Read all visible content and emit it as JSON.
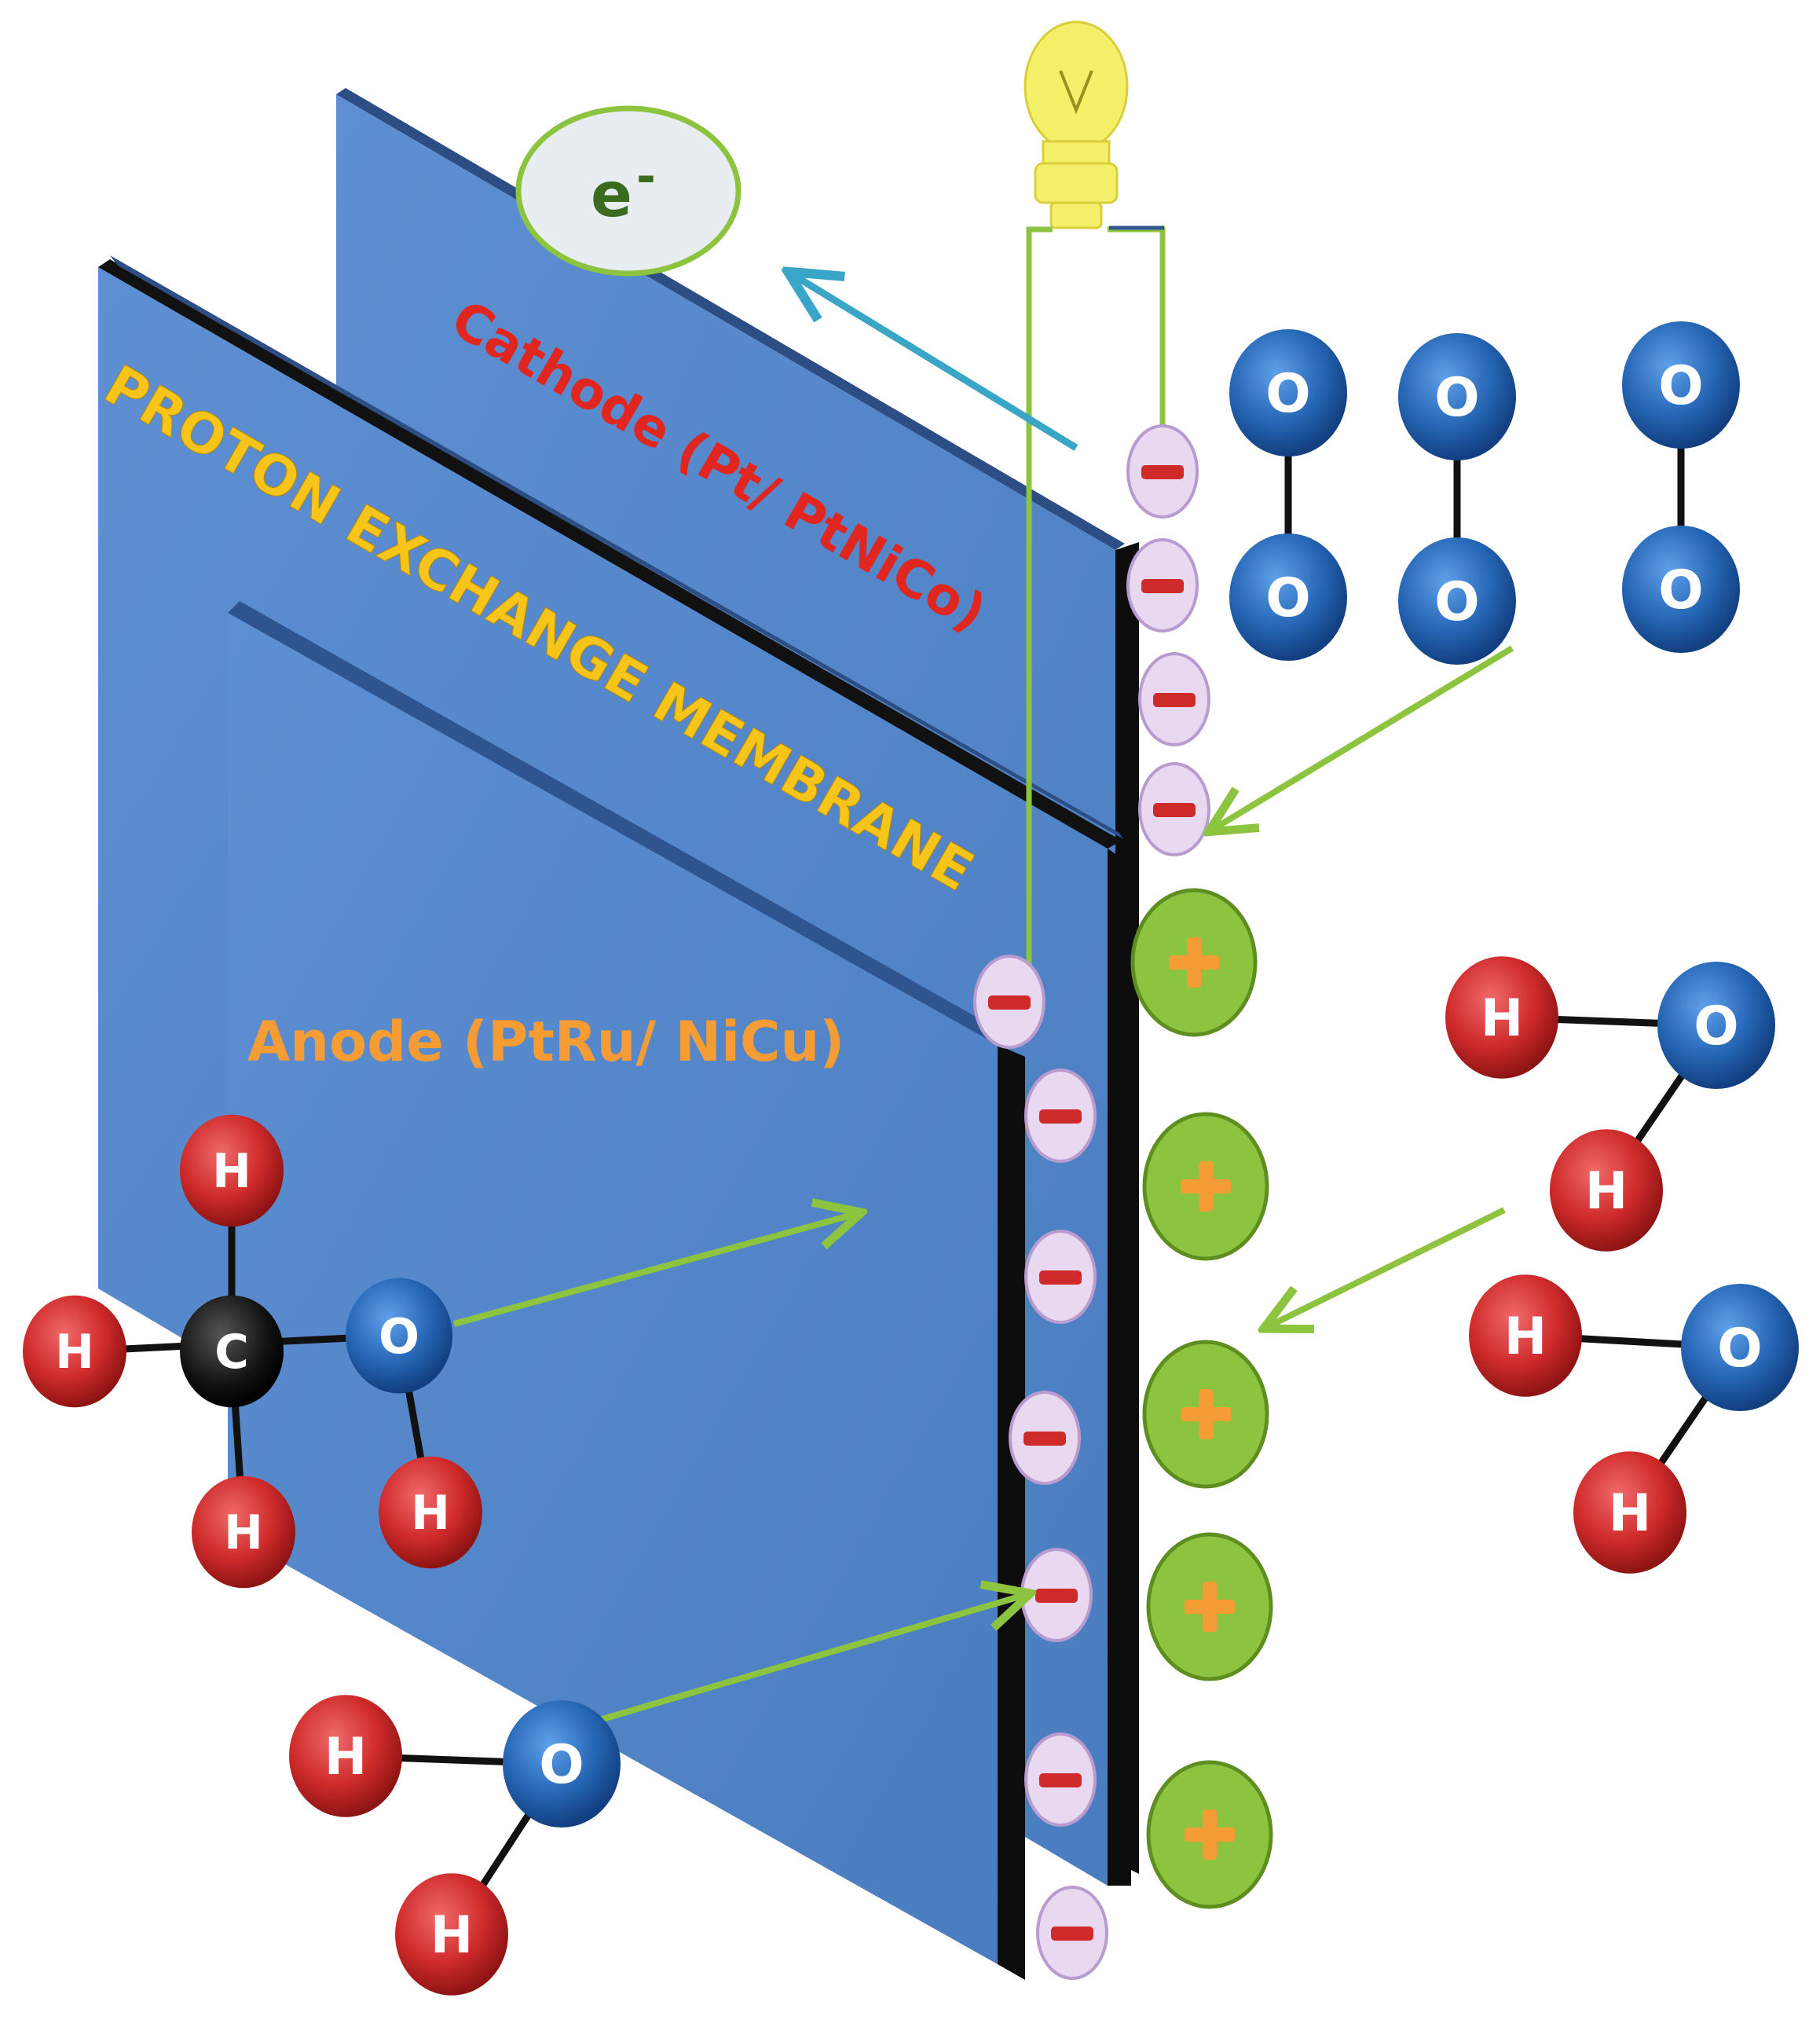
{
  "labels": {
    "cathode": "Cathode (Pt/ PtNiCo)",
    "membrane": "PROTON EXCHANGE MEMBRANE",
    "anode": "Anode (PtRu/ NiCu)",
    "electron_base": "e",
    "electron_sup": "-"
  },
  "atoms": {
    "oxygen": "O",
    "hydrogen": "H",
    "carbon": "C"
  },
  "charges": {
    "negative": "−",
    "positive": "+"
  },
  "colors": {
    "plate": "#4f81c5",
    "plate_edge": "#0d0d0d",
    "oxygen": "#2566b5",
    "hydrogen": "#cf2a2a",
    "carbon": "#111111",
    "electron_marker": "#e8d8f0",
    "proton_marker": "#8cc43f",
    "arrow_green": "#8cc43f",
    "arrow_cyan": "#3aa6c7",
    "bulb": "#f5f06a",
    "cathode_text": "#e0261f",
    "membrane_text": "#f7c41a",
    "anode_text": "#f59c35"
  }
}
